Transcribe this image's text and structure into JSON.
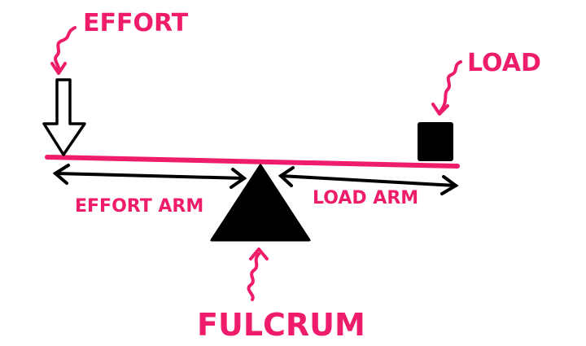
{
  "labels": {
    "effort": "EFFORT",
    "load": "LOAD",
    "effort_arm": "EFFORT ARM",
    "load_arm": "LOAD ARM",
    "fulcrum": "FULCRUM"
  },
  "colors": {
    "accent": "#ee1c6a",
    "ink": "#000000",
    "background": "#ffffff"
  },
  "icons": {
    "effort_marker": "down-arrow-icon",
    "load_marker": "square-block-icon",
    "fulcrum_marker": "triangle-icon",
    "pointer": "squiggle-arrow-icon"
  }
}
